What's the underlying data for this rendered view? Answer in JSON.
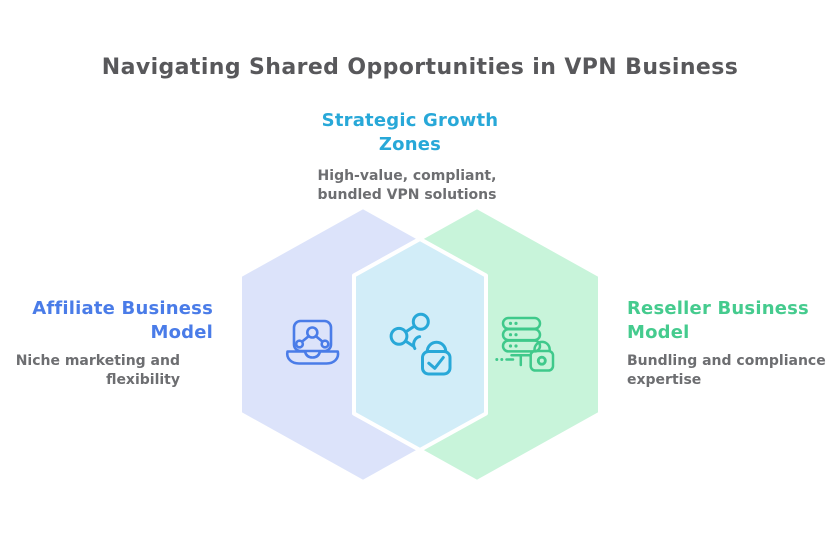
{
  "title": "Navigating Shared Opportunities in VPN Business",
  "zones": {
    "center": {
      "heading": "Strategic Growth\nZones",
      "description": "High-value, compliant,\nbundled VPN solutions",
      "icon": "share-lock-icon"
    },
    "left": {
      "heading": "Affiliate Business\nModel",
      "description": "Niche marketing and\nflexibility",
      "icon": "laptop-network-icon"
    },
    "right": {
      "heading": "Reseller Business\nModel",
      "description": "Bundling and compliance\nexpertise",
      "icon": "server-lock-icon"
    }
  },
  "colors": {
    "background": "#ffffff",
    "titleColor": "#58585b",
    "centerHeading": "#28a8d8",
    "affiliateHeading": "#4a7ce8",
    "resellerHeading": "#45cb8e",
    "subtitleGray": "#6d6e71",
    "hexLeftFill": "#dce3fa",
    "hexRightFill": "#c8f4da",
    "hexCenterFill": "#d2edf8",
    "hexStroke": "#ffffff",
    "laptopIcon": "#4a7ce8",
    "shareLockIcon": "#28a8d8",
    "serverIcon": "#3fc98b"
  }
}
